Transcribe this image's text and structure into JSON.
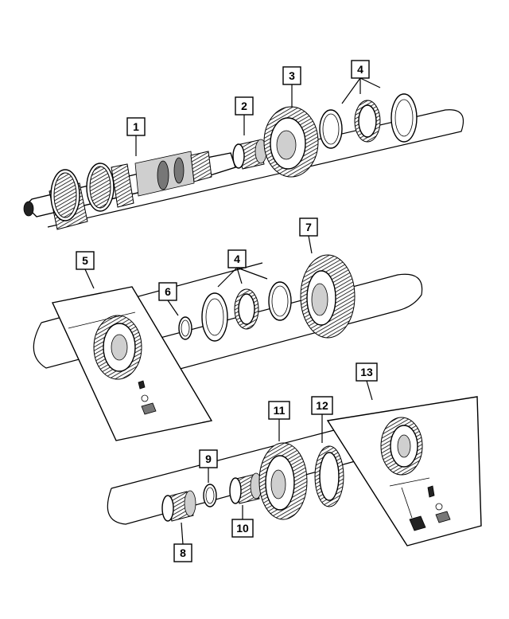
{
  "diagram": {
    "callouts": [
      {
        "id": "c1",
        "label": "1"
      },
      {
        "id": "c2",
        "label": "2"
      },
      {
        "id": "c3",
        "label": "3"
      },
      {
        "id": "c4a",
        "label": "4"
      },
      {
        "id": "c4b",
        "label": "4"
      },
      {
        "id": "c5",
        "label": "5"
      },
      {
        "id": "c6",
        "label": "6"
      },
      {
        "id": "c7",
        "label": "7"
      },
      {
        "id": "c8",
        "label": "8"
      },
      {
        "id": "c9",
        "label": "9"
      },
      {
        "id": "c10",
        "label": "10"
      },
      {
        "id": "c11",
        "label": "11"
      },
      {
        "id": "c12",
        "label": "12"
      },
      {
        "id": "c13",
        "label": "13"
      }
    ]
  }
}
